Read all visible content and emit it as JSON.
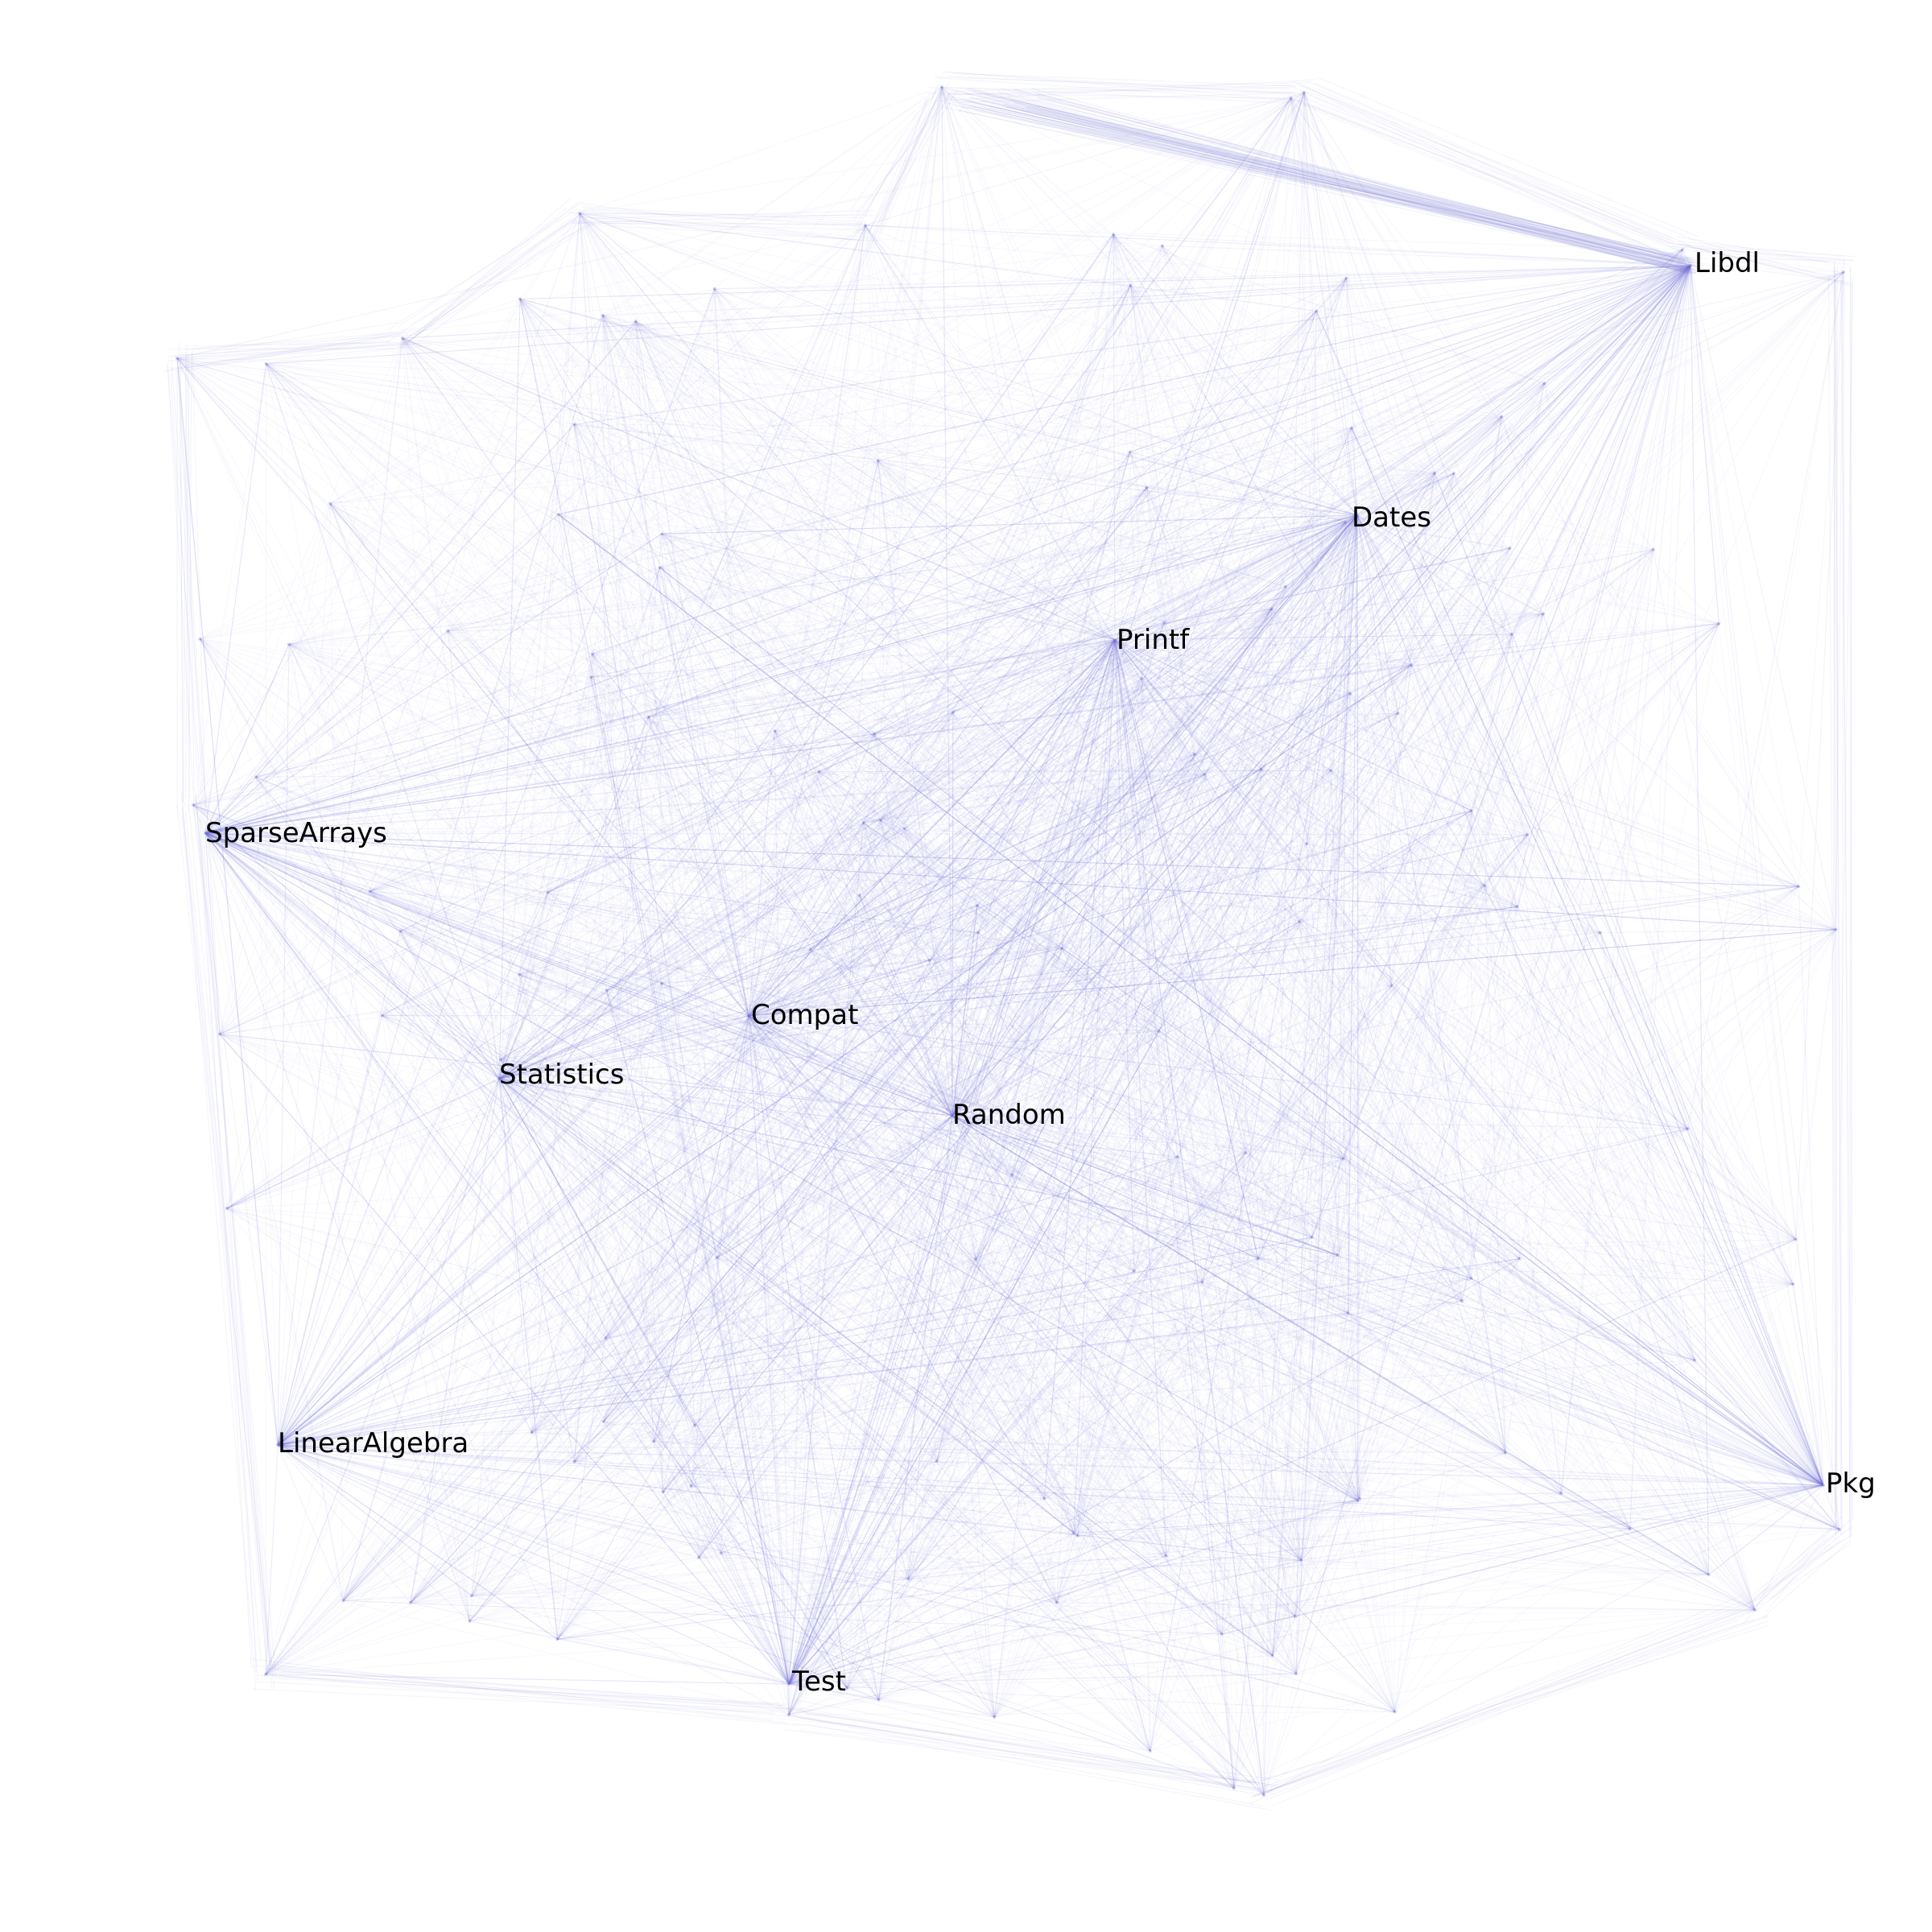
{
  "graph": {
    "edge_color": "#7b7bdc",
    "hub_nodes": [
      {
        "id": "libdl",
        "label": "Libdl"
      },
      {
        "id": "dates",
        "label": "Dates"
      },
      {
        "id": "printf",
        "label": "Printf"
      },
      {
        "id": "sparsearrays",
        "label": "SparseArrays"
      },
      {
        "id": "compat",
        "label": "Compat"
      },
      {
        "id": "statistics",
        "label": "Statistics"
      },
      {
        "id": "random",
        "label": "Random"
      },
      {
        "id": "linearalgebra",
        "label": "LinearAlgebra"
      },
      {
        "id": "pkg",
        "label": "Pkg"
      },
      {
        "id": "test",
        "label": "Test"
      }
    ]
  }
}
